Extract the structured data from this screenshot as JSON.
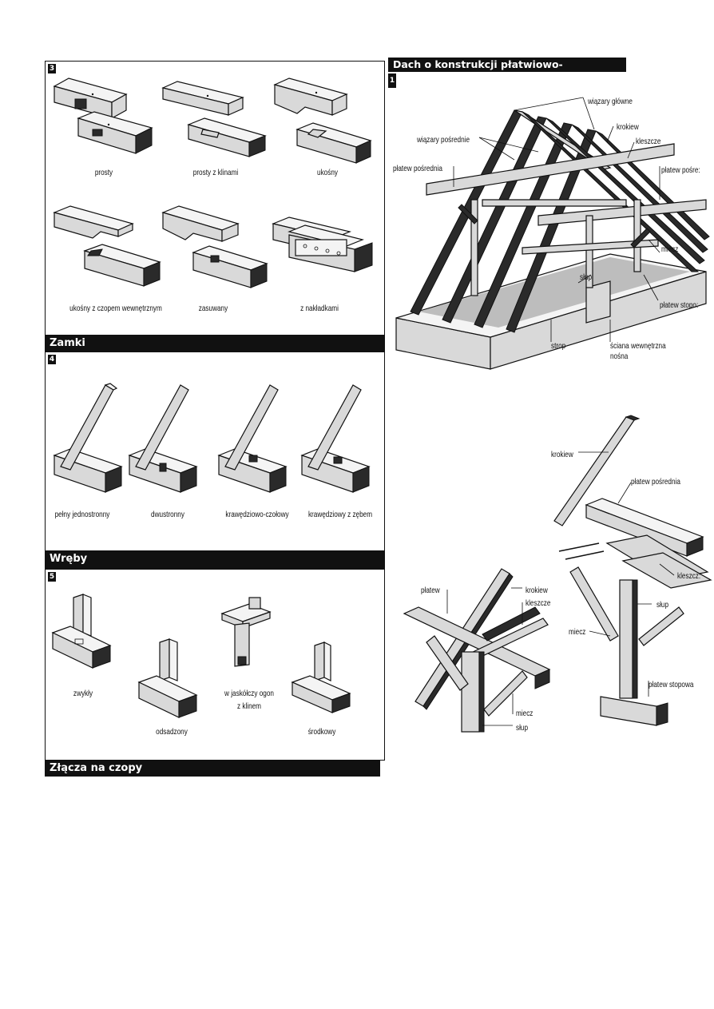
{
  "left": {
    "section3": {
      "number": "3",
      "captions": [
        "prosty",
        "prosty z klinami",
        "ukośny",
        "ukośny z czopem wewnętrznym",
        "zasuwany",
        "z nakładkami"
      ],
      "footer_title": "Zamki"
    },
    "section4": {
      "number": "4",
      "captions": [
        "pełny jednostronny",
        "dwustronny",
        "krawędziowo-czołowy",
        "krawędziowy z zębem"
      ],
      "footer_title": "Wręby"
    },
    "section5": {
      "number": "5",
      "captions": [
        "zwykły",
        "odsadzony",
        "w jaskółczy ogon",
        "z klinem",
        "środkowy"
      ],
      "footer_title": "Złącza na czopy"
    }
  },
  "right": {
    "title": "Dach o konstrukcji płatwiowo-kleszczowej",
    "number": "1",
    "roof_labels": {
      "main_trusses": "wiązary główne",
      "rafter": "krokiew",
      "intermediate_trusses": "wiązary pośrednie",
      "collar": "kleszcze",
      "intermediate_purlin_left": "płatew pośrednia",
      "intermediate_purlin_right": "płatew pośre:",
      "brace": "miecz",
      "post": "słup",
      "wall_plate": "płatew stopo:",
      "ceiling": "strop",
      "bearing_wall_1": "ściana wewnętrzna",
      "bearing_wall_2": "nośna"
    },
    "exploded_labels": {
      "rafter": "krokiew",
      "intermediate_purlin": "płatew pośrednia",
      "collar": "kleszcz:",
      "post": "słup",
      "brace": "miecz",
      "wall_plate": "płatew stopowa"
    },
    "node_labels": {
      "purlin": "płatew",
      "rafter": "krokiew",
      "collar": "kleszcze",
      "brace": "miecz",
      "post": "słup"
    }
  }
}
